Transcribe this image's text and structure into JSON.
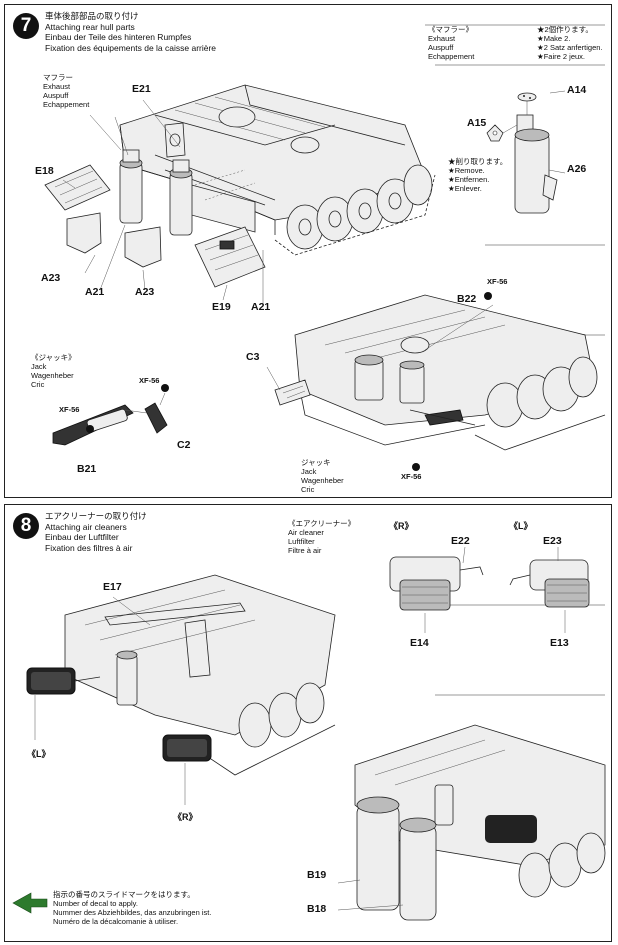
{
  "step7": {
    "number": "7",
    "title_ja": "車体後部部品の取り付け",
    "title_en": "Attaching rear hull parts",
    "title_de": "Einbau der Teile des hinteren Rumpfes",
    "title_fr": "Fixation des équipements de la caisse arrière",
    "exhaust_ja": "マフラー",
    "exhaust_en": "Exhaust",
    "exhaust_de": "Auspuff",
    "exhaust_fr": "Echappement",
    "detail_title_ja": "《マフラー》",
    "detail_en": "Exhaust",
    "detail_de": "Auspuff",
    "detail_fr": "Echappement",
    "make2_ja": "★2個作ります。",
    "make2_en": "★Make 2.",
    "make2_de": "★2 Satz anfertigen.",
    "make2_fr": "★Faire 2 jeux.",
    "remove_ja": "★削り取ります。",
    "remove_en": "★Remove.",
    "remove_de": "★Entfernen.",
    "remove_fr": "★Enlever.",
    "jack_title_ja": "《ジャッキ》",
    "jack_en": "Jack",
    "jack_de": "Wagenheber",
    "jack_fr": "Cric",
    "jack2_ja": "ジャッキ",
    "jack2_en": "Jack",
    "jack2_de": "Wagenheber",
    "jack2_fr": "Cric",
    "parts": {
      "e21_top": "E21",
      "e18": "E18",
      "a23_left": "A23",
      "a21_left": "A21",
      "a23_mid": "A23",
      "e19": "E19",
      "a21_right": "A21",
      "a14": "A14",
      "a15": "A15",
      "a26": "A26",
      "b22": "B22",
      "c3": "C3",
      "b21": "B21",
      "c2": "C2"
    },
    "paints": {
      "xf56_a": "XF-56",
      "xf56_b": "XF-56",
      "xf56_c": "XF-56",
      "xf56_d": "XF-56"
    }
  },
  "step8": {
    "number": "8",
    "title_ja": "エアクリーナーの取り付け",
    "title_en": "Attaching air cleaners",
    "title_de": "Einbau der Luftfilter",
    "title_fr": "Fixation des filtres à air",
    "detail_title_ja": "《エアクリーナー》",
    "detail_en": "Air cleaner",
    "detail_de": "Luftfilter",
    "detail_fr": "Filtre à air",
    "r_label": "《R》",
    "l_label": "《L》",
    "left_label": "《L》",
    "right_label": "《R》",
    "parts": {
      "e22": "E22",
      "e23": "E23",
      "e14": "E14",
      "e13": "E13",
      "e17": "E17",
      "b19": "B19",
      "b18": "B18"
    }
  },
  "decal_note": {
    "ja": "指示の番号のスライドマークをはります。",
    "en": "Number of decal to apply.",
    "de": "Nummer des Abziehbildes, das anzubringen ist.",
    "fr": "Numéro de la décalcomanie à utiliser."
  }
}
